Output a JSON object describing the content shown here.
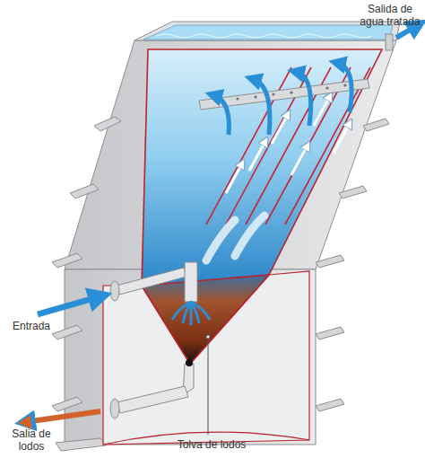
{
  "diagram": {
    "labels": [
      "Salida de agua tratada",
      "Entrada",
      "Salia de lodos",
      "Tolva de lodos"
    ]
  }
}
